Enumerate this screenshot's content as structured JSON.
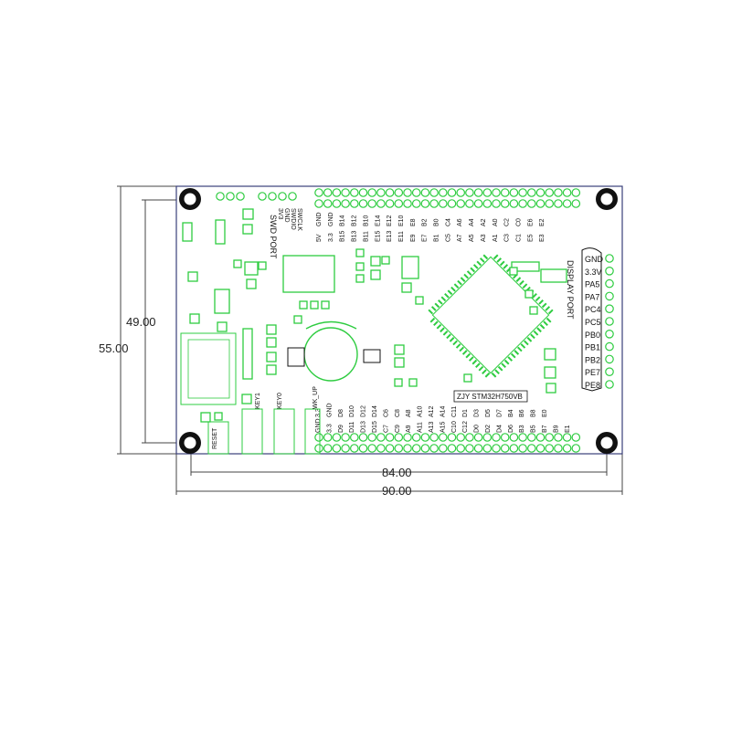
{
  "dimensions": {
    "height_inner": "49.00",
    "height_outer": "55.00",
    "width_inner": "84.00",
    "width_outer": "90.00"
  },
  "board": {
    "chip_label": "ZJY STM32H750VB",
    "swd_label": "SWD PORT",
    "swd_pins": [
      "3V3",
      "GND",
      "SWDIO",
      "SWCLK"
    ],
    "display_label": "DISPLAY PORT",
    "display_pins": [
      "GND",
      "3.3V",
      "PA5",
      "PA7",
      "PC4",
      "PC5",
      "PB0",
      "PB1",
      "PB2",
      "PE7",
      "PE8"
    ],
    "top_row_a": [
      "5V",
      "3.3",
      "B15",
      "B13",
      "B11",
      "E15",
      "E13",
      "E11",
      "E9",
      "E7",
      "B1",
      "C5",
      "A7",
      "A5",
      "A3",
      "A1",
      "C3",
      "C1",
      "E5",
      "E3"
    ],
    "top_row_b": [
      "GND",
      "GND",
      "B14",
      "B12",
      "B10",
      "E14",
      "E12",
      "E10",
      "E8",
      "B2",
      "B0",
      "C4",
      "A6",
      "A4",
      "A2",
      "A0",
      "C2",
      "C0",
      "E6",
      "E2"
    ],
    "bottom_row_a": [
      "GND",
      "3.3",
      "D9",
      "D11",
      "D13",
      "D15",
      "C7",
      "C9",
      "A9",
      "A11",
      "A13",
      "A15",
      "C10",
      "C12",
      "D0",
      "D2",
      "D4",
      "D6",
      "B3",
      "B5",
      "B7",
      "B9",
      "E1"
    ],
    "bottom_row_b": [
      "3.3",
      "GND",
      "D8",
      "D10",
      "D12",
      "D14",
      "C6",
      "C8",
      "A8",
      "A10",
      "A12",
      "A14",
      "C11",
      "D1",
      "D3",
      "D5",
      "D7",
      "B4",
      "B6",
      "B8",
      "E0"
    ],
    "button_labels": [
      "RESET",
      "KEY1",
      "KEY0",
      "WK_UP"
    ]
  }
}
